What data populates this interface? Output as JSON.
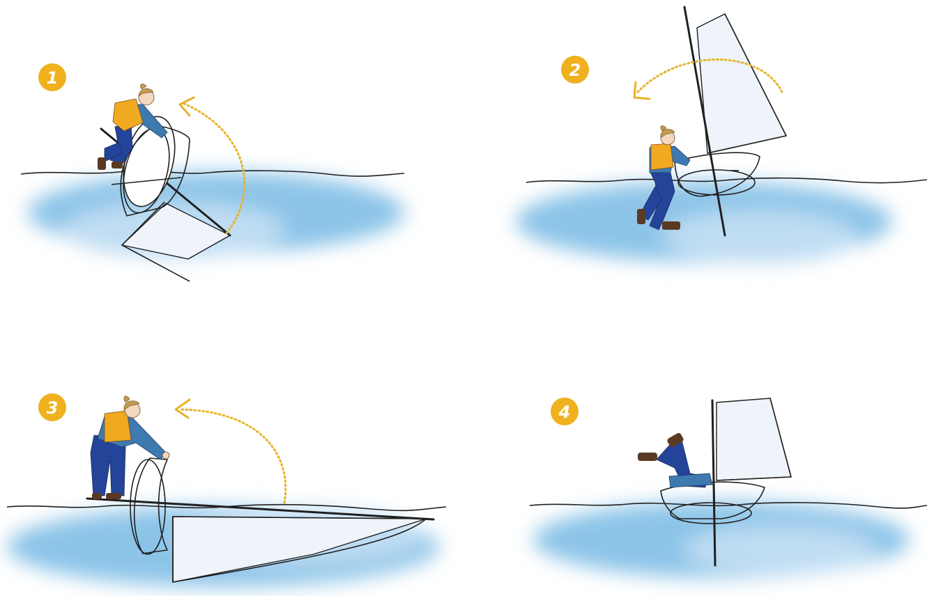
{
  "steps": [
    {
      "number": "1"
    },
    {
      "number": "2"
    },
    {
      "number": "3"
    },
    {
      "number": "4"
    }
  ],
  "colors": {
    "badge": "#EFB11E",
    "arrow": "#E7B329",
    "water": "#8CC4E8",
    "water_light": "#BFDDF3",
    "vest": "#F2A922",
    "trousers": "#24449A",
    "jacket": "#3E79B0",
    "hair": "#C49A4E",
    "skin": "#F3D7BE",
    "boots": "#5A3A22",
    "line": "#1f1f1f",
    "sail": "#EEF4FA"
  }
}
